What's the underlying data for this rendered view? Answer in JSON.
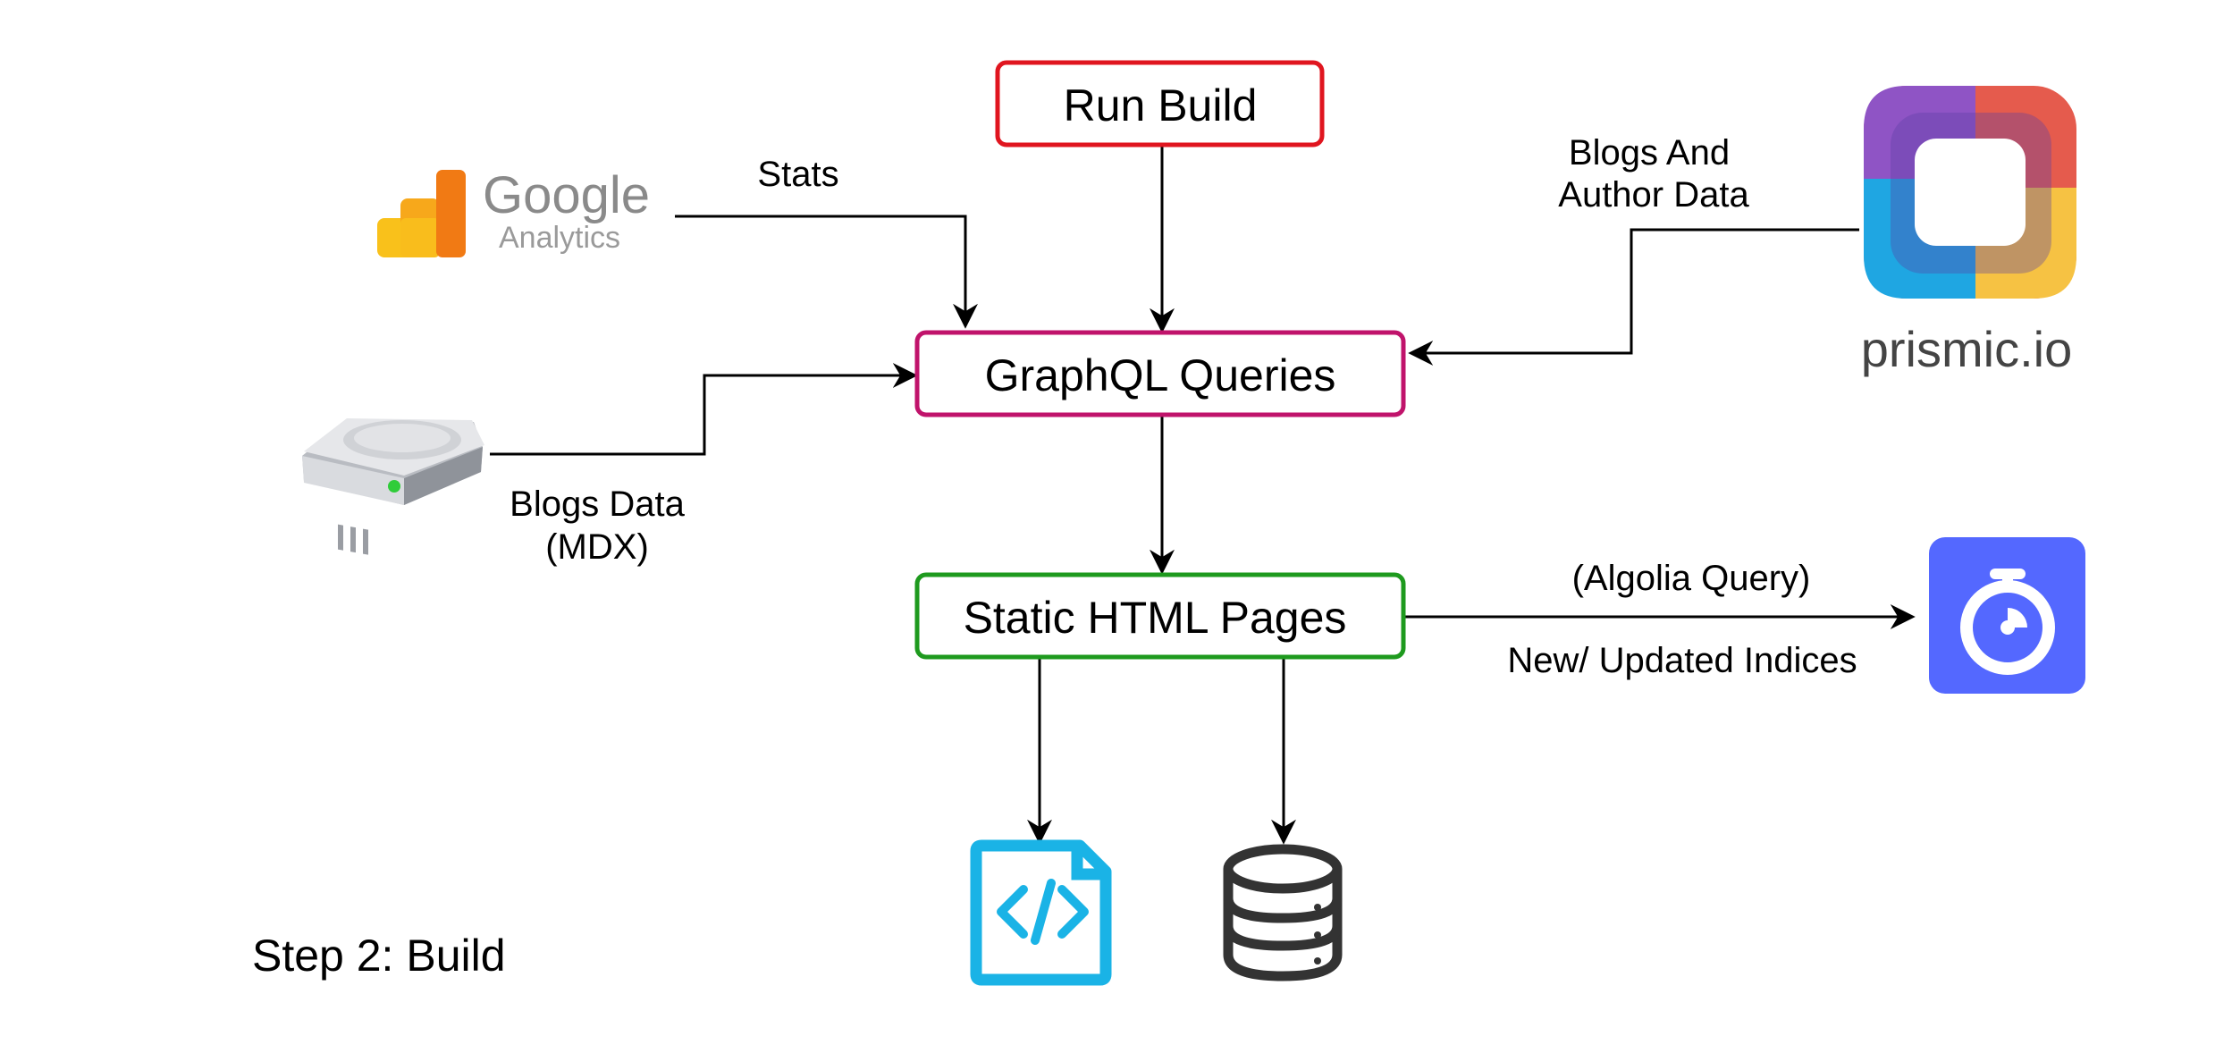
{
  "nodes": {
    "run_build": {
      "label": "Run Build",
      "color": "#e0151f"
    },
    "graphql": {
      "label": "GraphQL Queries",
      "color": "#c0136b"
    },
    "static_html": {
      "label": "Static HTML Pages",
      "color": "#1e9a1e"
    }
  },
  "sources": {
    "google_analytics": {
      "logo_word": "Google",
      "logo_subword": "Analytics",
      "icon": "google-analytics-icon"
    },
    "prismic": {
      "logo_word": "prismic.io",
      "icon": "prismic-icon"
    },
    "local_disk": {
      "icon": "hard-drive-icon"
    }
  },
  "outputs": {
    "algolia": {
      "icon": "algolia-stopwatch-icon",
      "color": "#5468ff"
    },
    "html_file": {
      "icon": "html-file-icon",
      "color": "#1ab3e6"
    },
    "database": {
      "icon": "database-icon",
      "color": "#333333"
    }
  },
  "edges": {
    "stats": "Stats",
    "blogs_author_line1": "Blogs And",
    "blogs_author_line2": "Author Data",
    "blogs_data_line1": "Blogs Data",
    "blogs_data_line2": "(MDX)",
    "algolia_query": "(Algolia Query)",
    "new_indices": "New/ Updated Indices"
  },
  "caption": "Step 2: Build"
}
